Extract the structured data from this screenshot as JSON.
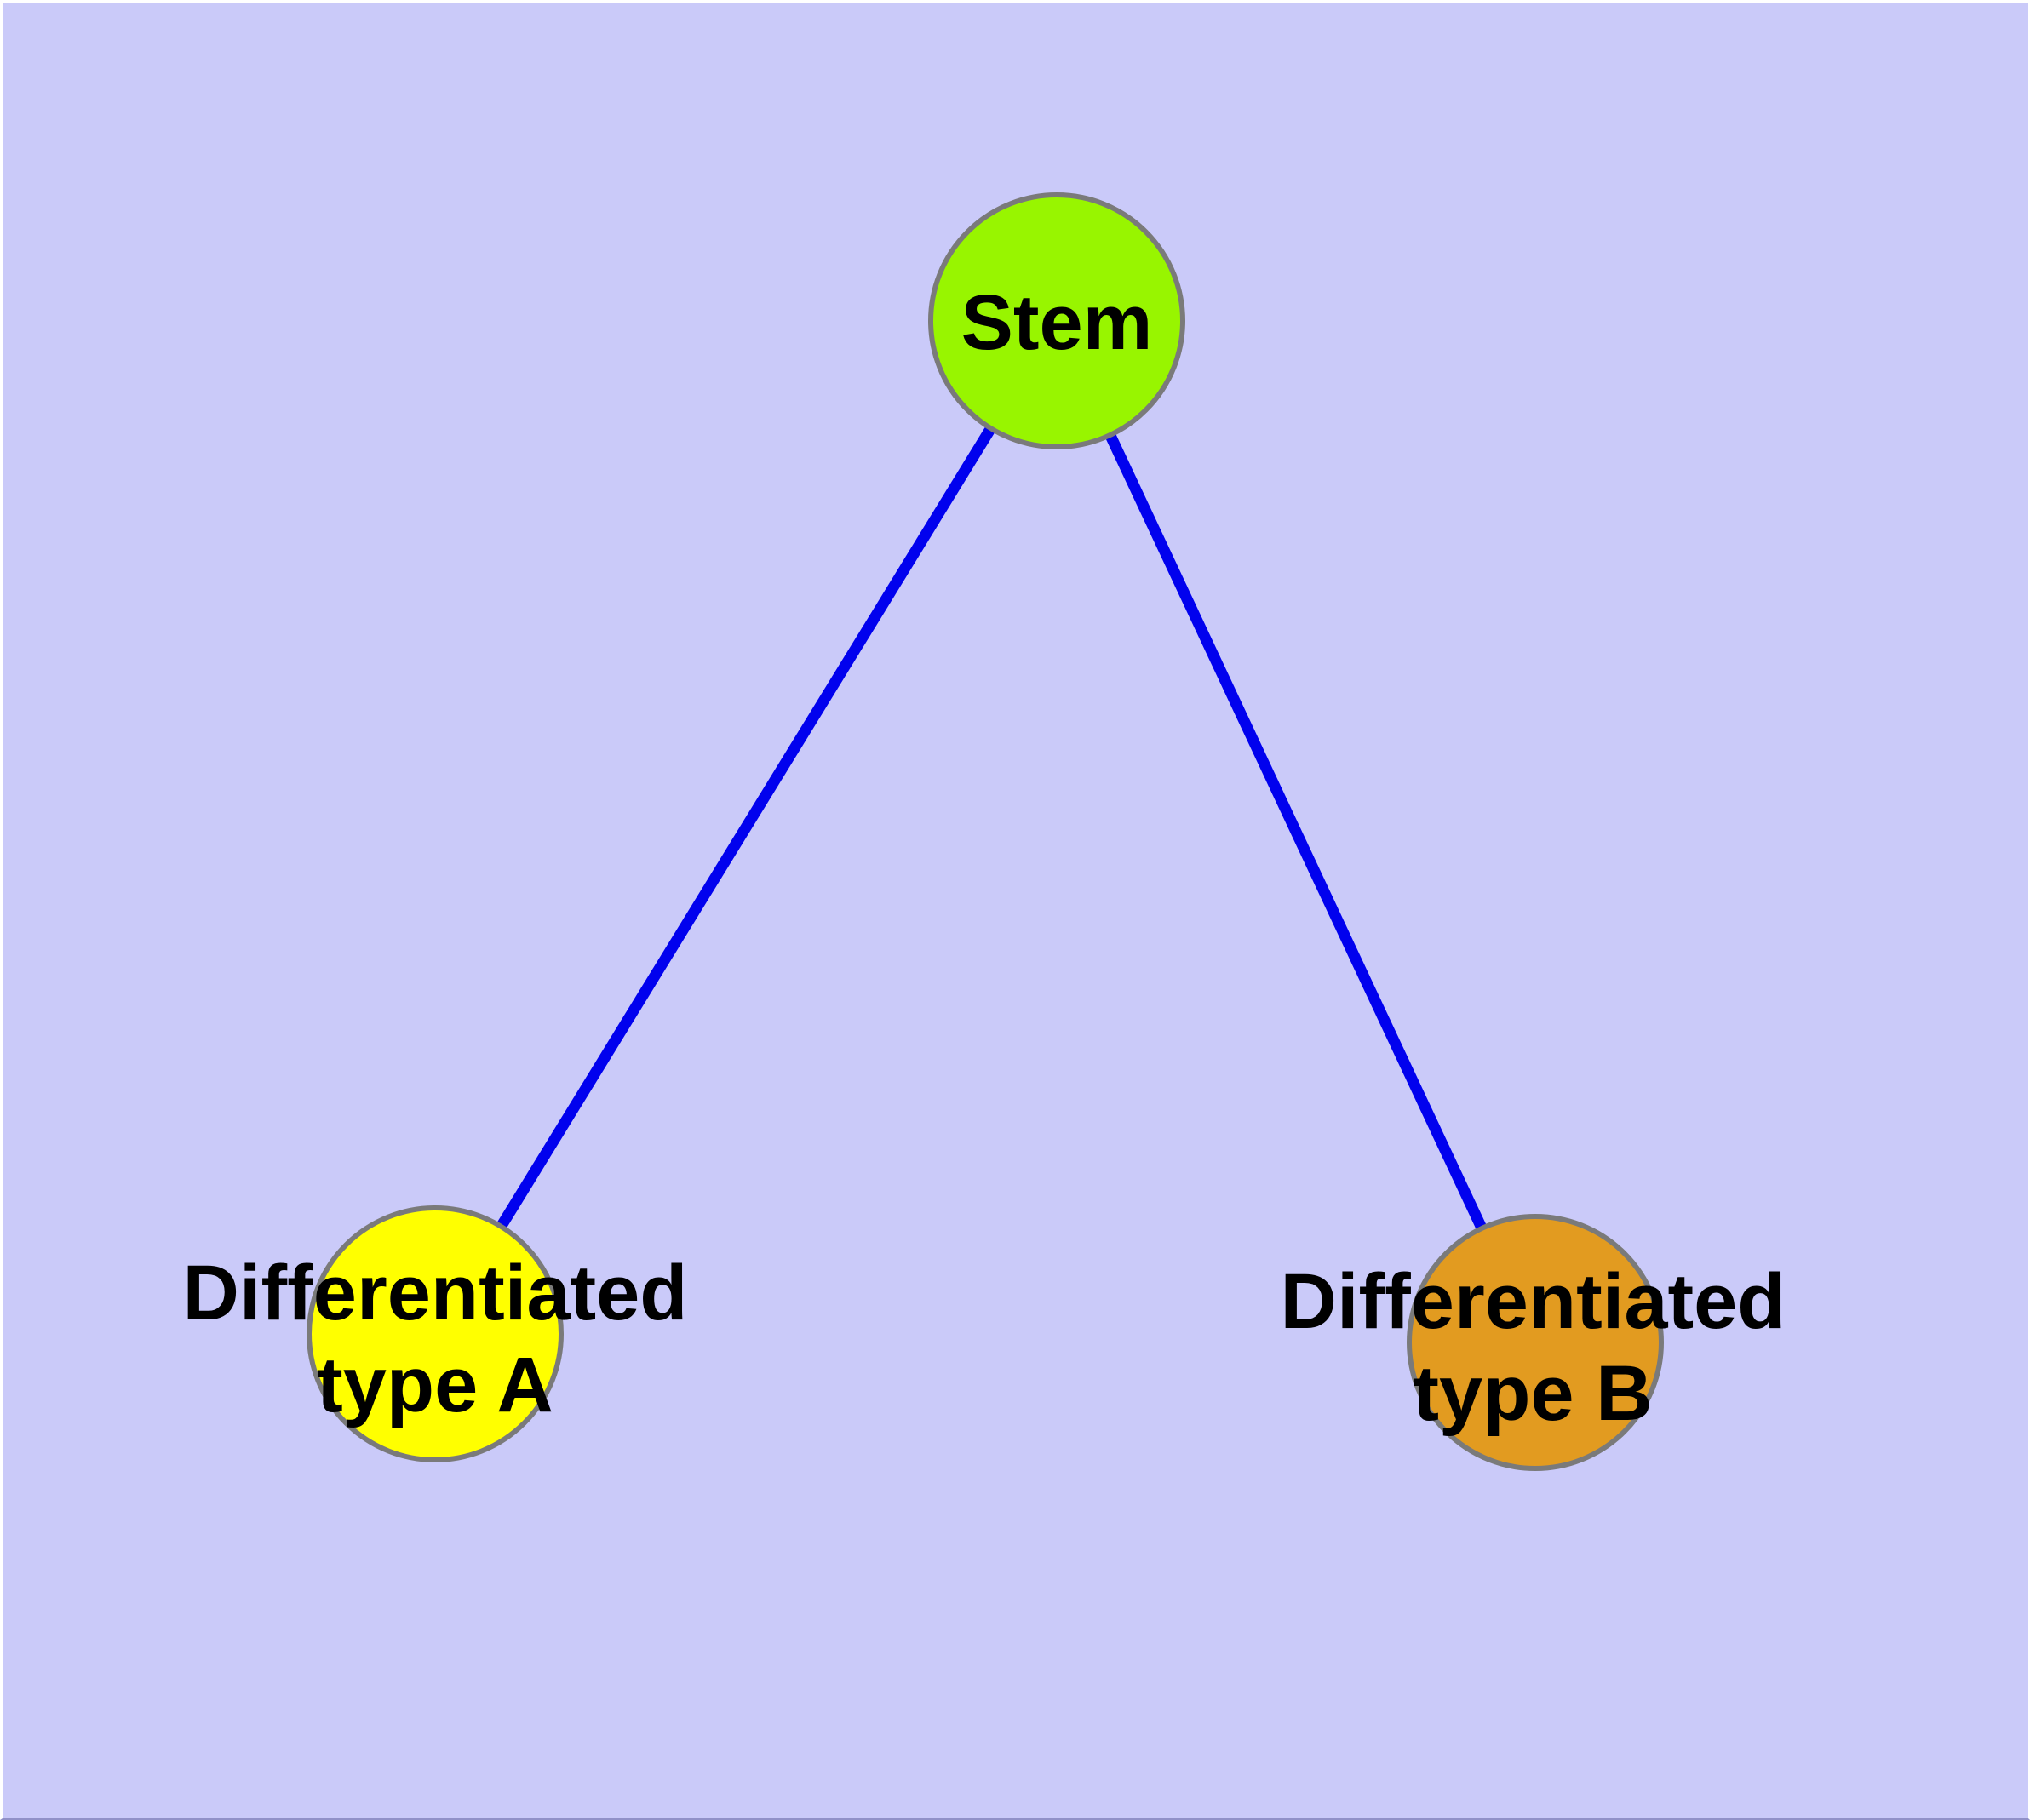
{
  "diagram": {
    "description": "Cell differentiation graph: a stem cell node linked to two differentiated cell type nodes",
    "background_color": "#CACAF9",
    "edge_color": "#0101EE",
    "node_border_color": "#7A7A7A",
    "label_color": "#000000",
    "nodes": [
      {
        "id": "stem",
        "label": "Stem",
        "label_line1": "Stem",
        "label_line2": "",
        "fill_color": "#98F500"
      },
      {
        "id": "differentiated-type-a",
        "label": "Differentiated type A",
        "label_line1": "Differentiated",
        "label_line2": "type A",
        "fill_color": "#FFFF00"
      },
      {
        "id": "differentiated-type-b",
        "label": "Differentiated type B",
        "label_line1": "Differentiated",
        "label_line2": "type B",
        "fill_color": "#E29B20"
      }
    ],
    "edges": [
      {
        "from": "Stem",
        "to": "Differentiated type A"
      },
      {
        "from": "Stem",
        "to": "Differentiated type B"
      }
    ]
  }
}
